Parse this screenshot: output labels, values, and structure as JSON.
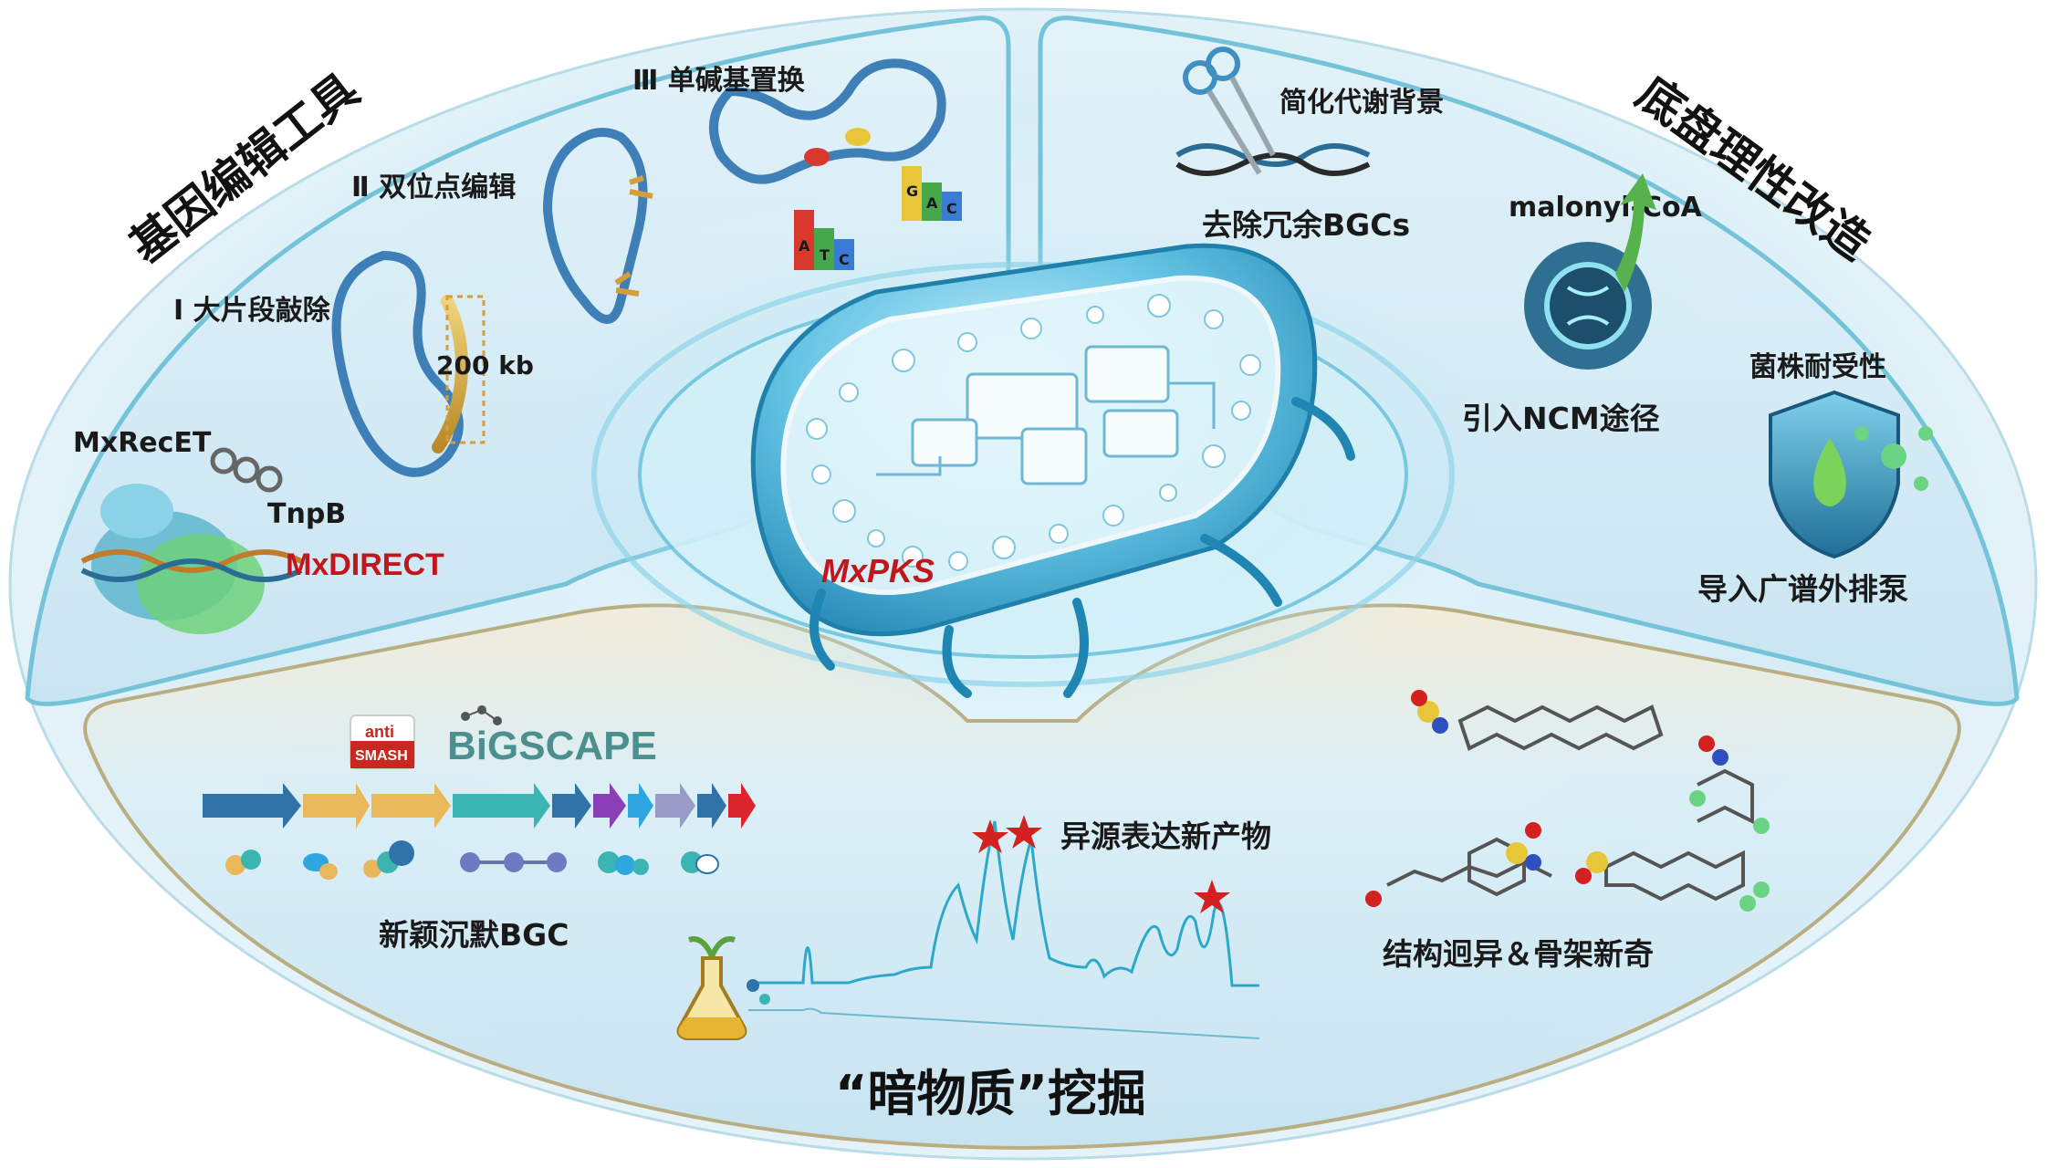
{
  "top_left": {
    "title": "基因编辑工具",
    "step1": "Ⅰ 大片段敲除",
    "step2": "Ⅱ 双位点编辑",
    "step3": "Ⅲ 单碱基置换",
    "size_label": "200 kb",
    "tool1": "MxRecET",
    "tool2": "TnpB",
    "tool3": "MxDIRECT",
    "base_letters_left": [
      "A",
      "T",
      "C"
    ],
    "base_letters_right": [
      "G",
      "A",
      "C"
    ]
  },
  "top_right": {
    "title": "底盘理性改造",
    "simplify": "简化代谢背景",
    "remove_bgc": "去除冗余BGCs",
    "precursor": "malonyl-CoA",
    "ncm": "引入NCM途径",
    "tolerance": "菌株耐受性",
    "pump": "导入广谱外排泵"
  },
  "center": {
    "label": "MxPKS"
  },
  "bottom": {
    "title": "“暗物质”挖掘",
    "antismash_top": "anti",
    "antismash_bottom": "SMASH",
    "bigscape": "BiGSCAPE",
    "novel_bgc": "新颖沉默BGC",
    "hetero": "异源表达新产物",
    "structures": "结构迥异＆骨架新奇"
  },
  "colors": {
    "highlight_red": "#c0161c",
    "panel_blue": "#cfe8f4",
    "frame_teal": "#5fb7cf"
  }
}
